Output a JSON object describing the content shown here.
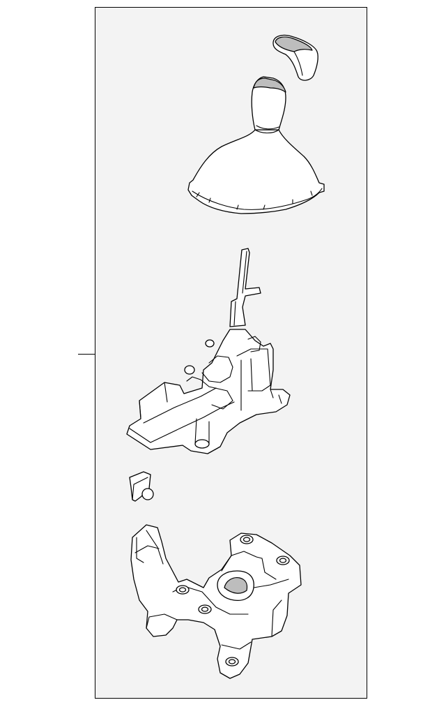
{
  "diagram": {
    "parts": [
      {
        "name": "shift-knob-cap"
      },
      {
        "name": "shift-knob-with-boot"
      },
      {
        "name": "shift-lever-assembly"
      },
      {
        "name": "retainer-clip"
      },
      {
        "name": "mounting-bracket"
      }
    ],
    "colors": {
      "frame_bg": "#f3f3f3",
      "line": "#000000",
      "part_fill": "#ffffff",
      "shade": "#bdbdbd"
    }
  }
}
